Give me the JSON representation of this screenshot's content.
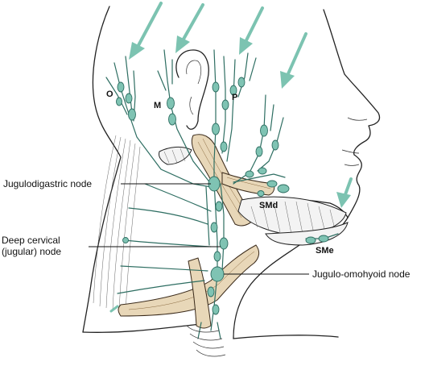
{
  "labels": {
    "jugulodigastric": "Jugulodigastric node",
    "deep_cervical_line1": "Deep cervical",
    "deep_cervical_line2": "(jugular) node",
    "jugulo_omohyoid": "Jugulo-omohyoid node"
  },
  "region_tags": {
    "occipital": "O",
    "mastoid": "M",
    "parotid": "P",
    "submandibular": "SMd",
    "submental": "SMe"
  },
  "colors": {
    "lymph": "#7fc3b3",
    "arrow": "#7cc3b1",
    "muscle": "#e8d7b8"
  }
}
